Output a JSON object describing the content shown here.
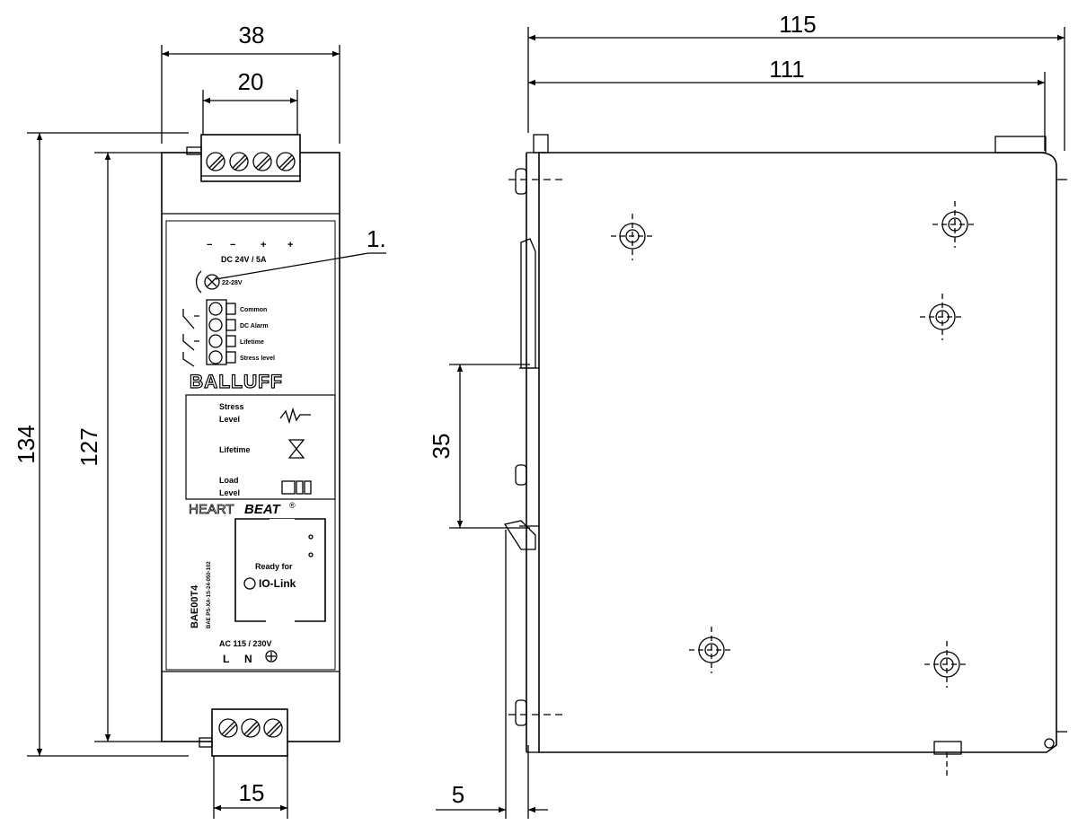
{
  "dimensions": {
    "width_overall_front": "38",
    "terminal_pitch_top": "20",
    "terminal_pitch_bottom": "15",
    "height_overall": "134",
    "height_housing": "127",
    "depth_overall": "115",
    "depth_housing": "111",
    "rail_height": "35",
    "rail_offset": "5"
  },
  "callout": "1.",
  "front_panel": {
    "dc_polarity": [
      "−",
      "−",
      "+",
      "+"
    ],
    "dc_rating": "DC 24V / 5A",
    "adjust_range": "22-28V",
    "relay_labels": [
      "Common",
      "DC Alarm",
      "Lifetime",
      "Stress level"
    ],
    "brand": "BALLUFF",
    "indicators": [
      {
        "label_line1": "Stress",
        "label_line2": "Level",
        "icon": "stress-wave-icon"
      },
      {
        "label_line1": "Lifetime",
        "label_line2": "",
        "icon": "hourglass-icon"
      },
      {
        "label_line1": "Load",
        "label_line2": "Level",
        "icon": "load-bars-icon"
      }
    ],
    "heartbeat_a": "HEART",
    "heartbeat_b": "BEAT",
    "heartbeat_reg": "®",
    "product_code": "BAE00T4",
    "product_type": "BAE PS-XA-1S-24-050-102",
    "iolink_ready": "Ready for",
    "iolink_brand": "IO-Link",
    "ac_rating": "AC 115 / 230V",
    "ac_terminals": [
      "L",
      "N"
    ]
  }
}
